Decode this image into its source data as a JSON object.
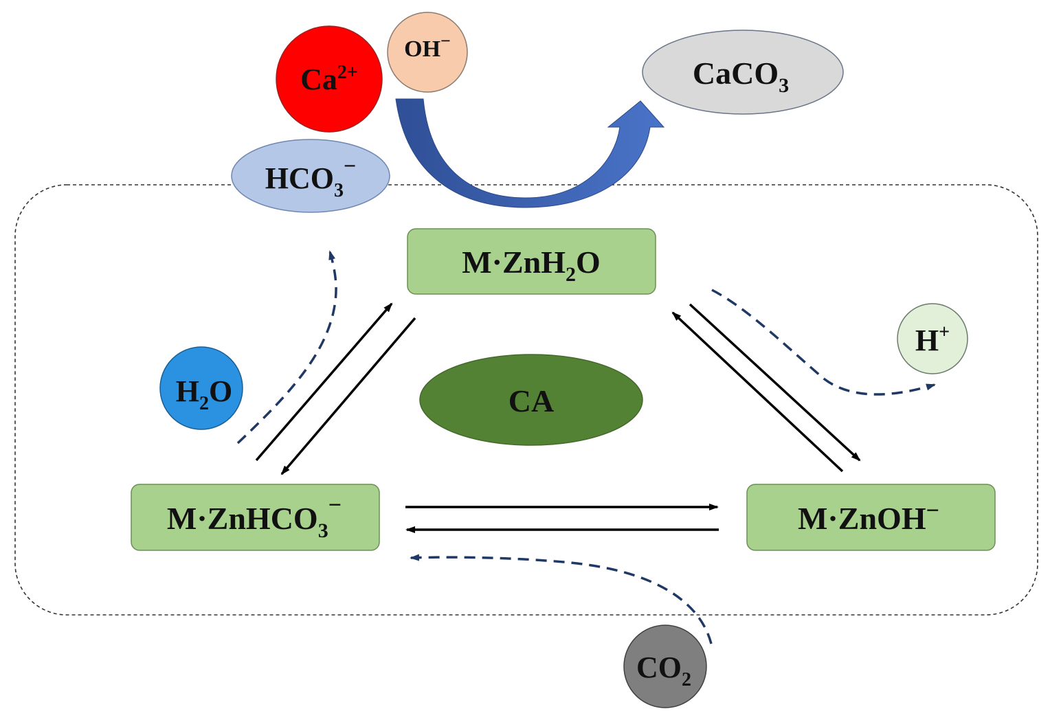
{
  "colors": {
    "box_fill": "#a9d18e",
    "box_stroke": "#6b8f55",
    "ca_fill": "#548235",
    "ca_stroke": "#44692a",
    "ca2_fill": "#ff0000",
    "oh_fill": "#f8cbad",
    "hco3_fill": "#b4c7e7",
    "caco3_fill": "#d9d9d9",
    "h2o_fill": "#2a92e0",
    "h_fill": "#e2f0d9",
    "co2_fill": "#7f7f7f",
    "dashed_arrow": "#203864",
    "curved_arrow_dark": "#2f4f96",
    "curved_arrow_light": "#4a74c9",
    "solid_arrow": "#000000"
  },
  "nodes": {
    "ca2": {
      "base": "Ca",
      "sup": "2+"
    },
    "oh": {
      "base": "OH",
      "sup": "−"
    },
    "caco3": {
      "base": "CaCO",
      "sub": "3"
    },
    "hco3": {
      "base": "HCO",
      "sub": "3",
      "sup": "−"
    },
    "enzyme_h2o": {
      "base": "M·ZnH",
      "sub": "2",
      "tail": "O"
    },
    "ca": {
      "label": "CA"
    },
    "h2o": {
      "base": "H",
      "sub": "2",
      "tail": "O"
    },
    "h_plus": {
      "base": "H",
      "sup": "+"
    },
    "enzyme_hco3": {
      "base": "M·ZnHCO",
      "sub": "3",
      "sup": "−"
    },
    "enzyme_oh": {
      "base": "M·ZnOH",
      "sup": "−"
    },
    "co2": {
      "base": "CO",
      "sub": "2"
    }
  }
}
